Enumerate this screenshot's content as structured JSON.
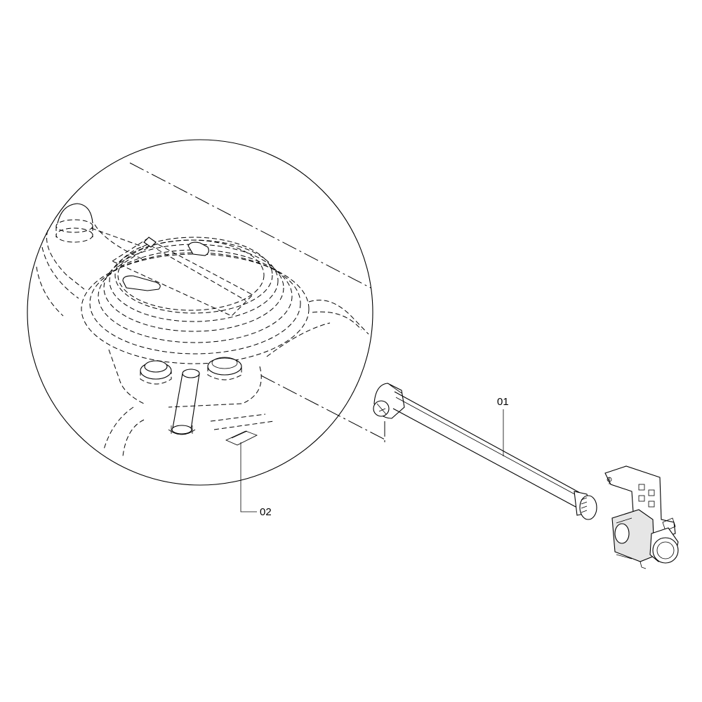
{
  "callouts": {
    "part_01": "01",
    "part_02": "02"
  },
  "icons": [
    "detail-magnifier-circle",
    "fuel-tank-cap",
    "hose",
    "elbow-fitting",
    "pump-bracket",
    "clip"
  ]
}
